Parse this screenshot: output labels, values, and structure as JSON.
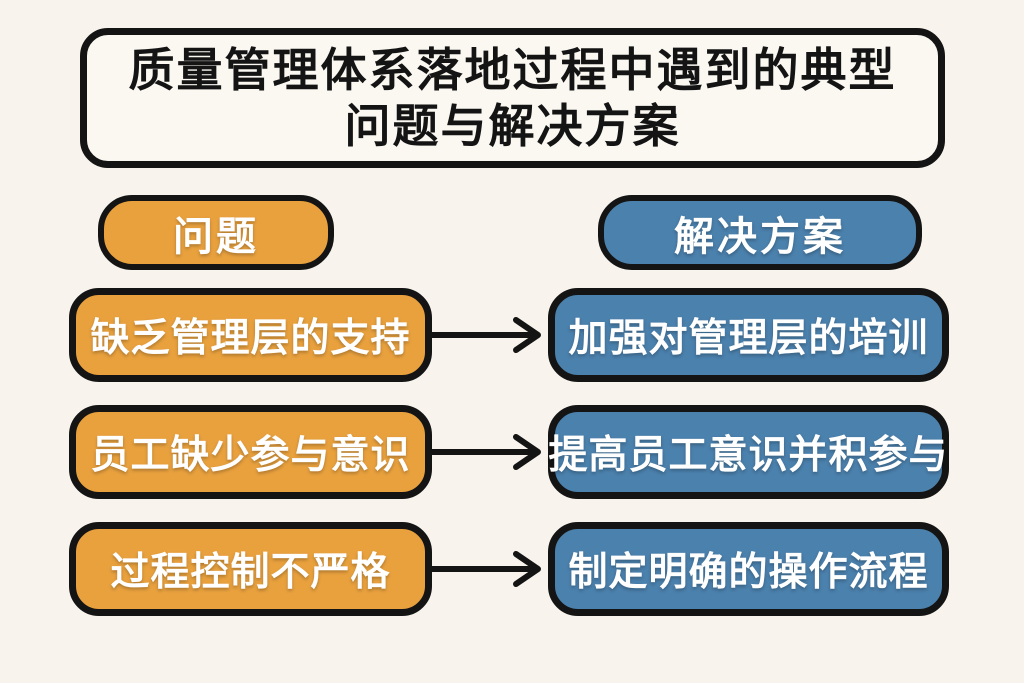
{
  "title": {
    "line1": "质量管理体系落地过程中遇到的典型",
    "line2": "问题与解决方案"
  },
  "headers": {
    "problem_label": "问题",
    "solution_label": "解决方案"
  },
  "rows": [
    {
      "problem": "缺乏管理层的支持",
      "solution": "加强对管理层的培训"
    },
    {
      "problem": "员工缺少参与意识",
      "solution": "提高员工意识并积参与"
    },
    {
      "problem": "过程控制不严格",
      "solution": "制定明确的操作流程"
    }
  ],
  "colors": {
    "background": "#F8F4ED",
    "panel_fill": "#FBF8F2",
    "problem_fill": "#E9A13E",
    "solution_fill": "#4B81AD",
    "border": "#141414",
    "arrow": "#141414",
    "title_text": "#141414",
    "node_text": "#FFFFFF"
  }
}
